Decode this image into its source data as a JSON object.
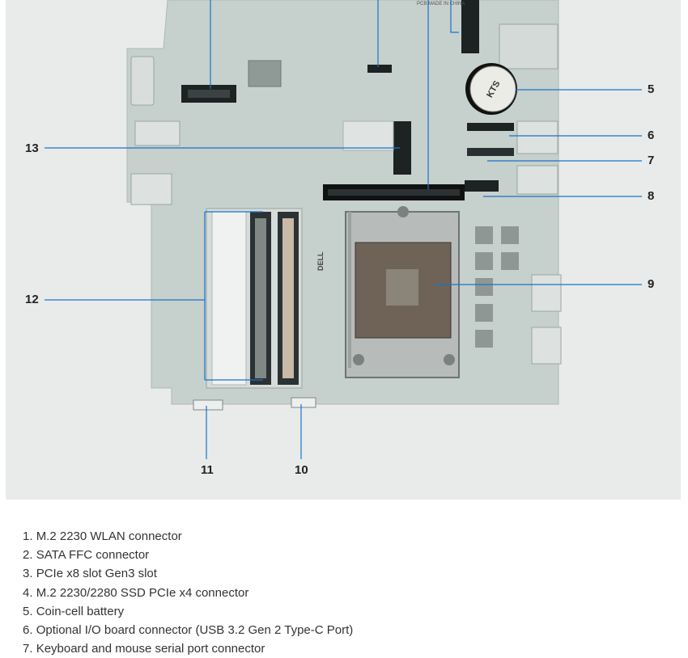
{
  "diagram": {
    "callouts": [
      {
        "number": "5"
      },
      {
        "number": "6"
      },
      {
        "number": "7"
      },
      {
        "number": "8"
      },
      {
        "number": "9"
      },
      {
        "number": "10"
      },
      {
        "number": "11"
      },
      {
        "number": "12"
      },
      {
        "number": "13"
      }
    ],
    "board_text": {
      "battery": "KTS",
      "pcb_text": "PCB MADE IN CHINA",
      "brand": "DELL"
    },
    "colors": {
      "leader_line": "#1a73c9",
      "board": "#c9d3cf",
      "background": "#e8ebea"
    }
  },
  "legend": [
    {
      "number": "1.",
      "text": "M.2 2230 WLAN connector"
    },
    {
      "number": "2.",
      "text": "SATA FFC connector"
    },
    {
      "number": "3.",
      "text": "PCIe x8 slot Gen3 slot"
    },
    {
      "number": "4.",
      "text": "M.2 2230/2280 SSD PCIe x4 connector"
    },
    {
      "number": "5.",
      "text": "Coin-cell battery"
    },
    {
      "number": "6.",
      "text": "Optional I/O board connector (USB 3.2 Gen 2 Type-C Port)"
    },
    {
      "number": "7.",
      "text": "Keyboard and mouse serial port connector"
    }
  ]
}
